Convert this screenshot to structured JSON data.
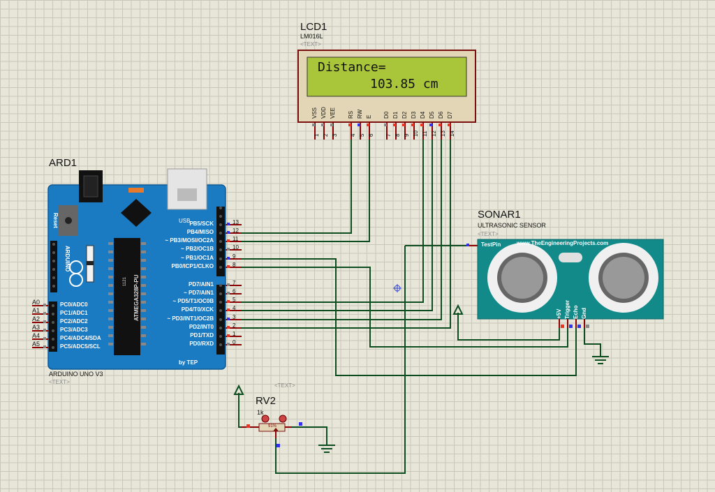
{
  "lcd": {
    "ref": "LCD1",
    "model": "LM016L",
    "text_tag": "<TEXT>",
    "line1": "Distance=",
    "line2": "103.85 cm",
    "pins": [
      "VSS",
      "VDD",
      "VEE",
      "RS",
      "RW",
      "E",
      "D0",
      "D1",
      "D2",
      "D3",
      "D4",
      "D5",
      "D6",
      "D7"
    ],
    "pin_numbers": [
      "1",
      "2",
      "3",
      "4",
      "5",
      "6",
      "7",
      "8",
      "9",
      "10",
      "11",
      "12",
      "13",
      "14"
    ]
  },
  "arduino": {
    "ref": "ARD1",
    "model": "ARDUINO UNO V3",
    "text_tag": "<TEXT>",
    "usb_label": "USB",
    "reset_label": "Reset",
    "brand": "ARDUINO",
    "chip_label": "ATMEGA328P-PU",
    "chip_code": "1121",
    "by": "by TEP",
    "right_pins_top": [
      {
        "num": "13",
        "name": "PB5/SCK"
      },
      {
        "num": "12",
        "name": "PB4/MISO"
      },
      {
        "num": "11",
        "name": "~ PB3/MOSI/OC2A"
      },
      {
        "num": "10",
        "name": "~ PB2/OC1B"
      },
      {
        "num": "9",
        "name": "~ PB1/OC1A"
      },
      {
        "num": "8",
        "name": "PB0/ICP1/CLKO"
      }
    ],
    "right_pins_bottom": [
      {
        "num": "7",
        "name": "PD7/AIN1"
      },
      {
        "num": "6",
        "name": "~ PD7/AIN1"
      },
      {
        "num": "5",
        "name": "~ PD5/T1/OC0B"
      },
      {
        "num": "4",
        "name": "PD4/T0/XCK"
      },
      {
        "num": "3",
        "name": "~ PD3/INT1/OC2B"
      },
      {
        "num": "2",
        "name": "PD2/INT0"
      },
      {
        "num": "1",
        "name": "PD1/TXD"
      },
      {
        "num": "0",
        "name": "PD0/RXD"
      }
    ],
    "left_pins": [
      {
        "num": "A0",
        "name": "PC0/ADC0"
      },
      {
        "num": "A1",
        "name": "PC1/ADC1"
      },
      {
        "num": "A2",
        "name": "PC2/ADC2"
      },
      {
        "num": "A3",
        "name": "PC3/ADC3"
      },
      {
        "num": "A4",
        "name": "PC4/ADC4/SDA"
      },
      {
        "num": "A5",
        "name": "PC5/ADC5/SCL"
      }
    ]
  },
  "sonar": {
    "ref": "SONAR1",
    "model": "ULTRASONIC SENSOR",
    "text_tag": "<TEXT>",
    "website": "www.TheEngineeringProjects.com",
    "testpin": "TestPin",
    "pins": [
      "+5V",
      "Trigger",
      "Echo",
      "Gnd"
    ]
  },
  "pot": {
    "ref": "RV2",
    "value": "1k",
    "percent": "91%",
    "text_tag": "<TEXT>"
  },
  "colors": {
    "board": "#1a7ac2",
    "wire_green": "#0b4d1f",
    "wire_red": "#8b0000",
    "lcd_screen": "#a9c53a",
    "sonar_body": "#138a8a"
  }
}
